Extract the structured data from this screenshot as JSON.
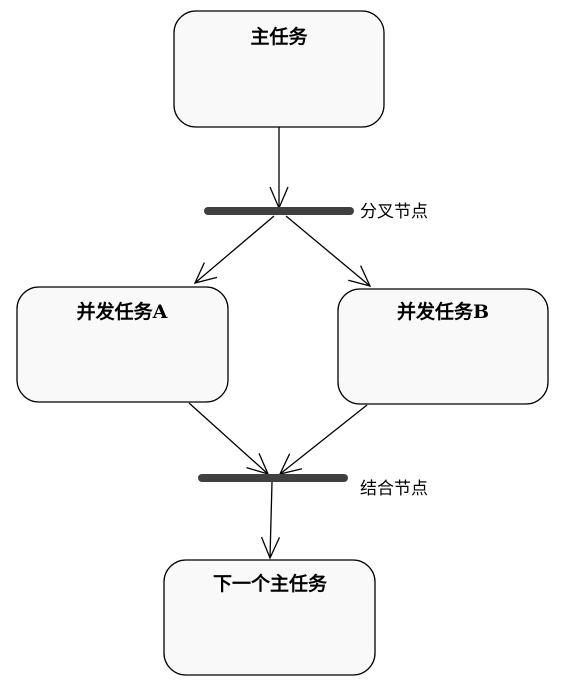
{
  "tasks": {
    "main": "主任务",
    "concurrent_a": "并发任务A",
    "concurrent_b": "并发任务B",
    "next_main": "下一个主任务"
  },
  "nodes": {
    "fork": "分叉节点",
    "join": "结合节点"
  }
}
